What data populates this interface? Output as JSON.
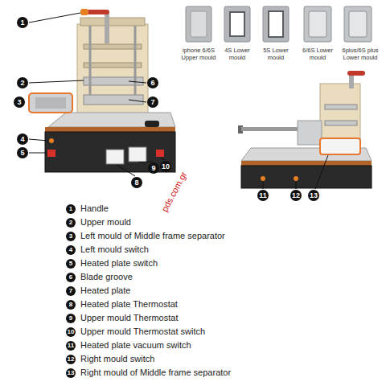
{
  "diagram": {
    "nodes": [
      {
        "text": [
          "1"
        ]
      },
      {
        "text": [
          "2"
        ]
      },
      {
        "text": [
          "3"
        ]
      },
      {
        "text": [
          "4"
        ]
      },
      {
        "text": [
          "5"
        ]
      },
      {
        "text": [
          "6"
        ]
      },
      {
        "text": [
          "7"
        ]
      },
      {
        "text": [
          "8"
        ]
      },
      {
        "text": [
          "9"
        ]
      },
      {
        "text": [
          "10"
        ]
      },
      {
        "text": [
          "11"
        ]
      },
      {
        "text": [
          "12"
        ]
      },
      {
        "text": [
          "13"
        ]
      },
      {
        "text": [
          "1"
        ]
      },
      {
        "text": [
          "2"
        ]
      },
      {
        "text": [
          "3"
        ]
      },
      {
        "text": [
          "4"
        ]
      },
      {
        "text": [
          "5"
        ]
      },
      {
        "text": [
          "6"
        ]
      },
      {
        "text": [
          "7"
        ]
      },
      {
        "text": [
          "8"
        ]
      },
      {
        "text": [
          "9"
        ]
      },
      {
        "text": [
          "10"
        ]
      },
      {
        "text": [
          "11"
        ]
      },
      {
        "text": [
          "12"
        ]
      },
      {
        "text": [
          "13"
        ]
      }
    ],
    "labels": [
      "iphone 6/6S Upper mould",
      "4S Lower mould",
      "5S Lower mould",
      "6/6S Lower mould",
      "6plus/6S plus Lower mould",
      "pds.com.gr",
      "Handle",
      "Upper mould",
      "Left mould of Middle frame separator",
      "Left mould switch",
      "Heated plate switch",
      "Blade groove",
      "Heated plate",
      "Heated plate Thermostat",
      "Upper mould Thermostat",
      "Upper mould Thermostat switch",
      "Heated plate vacuum switch",
      "Right mould switch",
      "Right mould of Middle frame separator"
    ]
  }
}
